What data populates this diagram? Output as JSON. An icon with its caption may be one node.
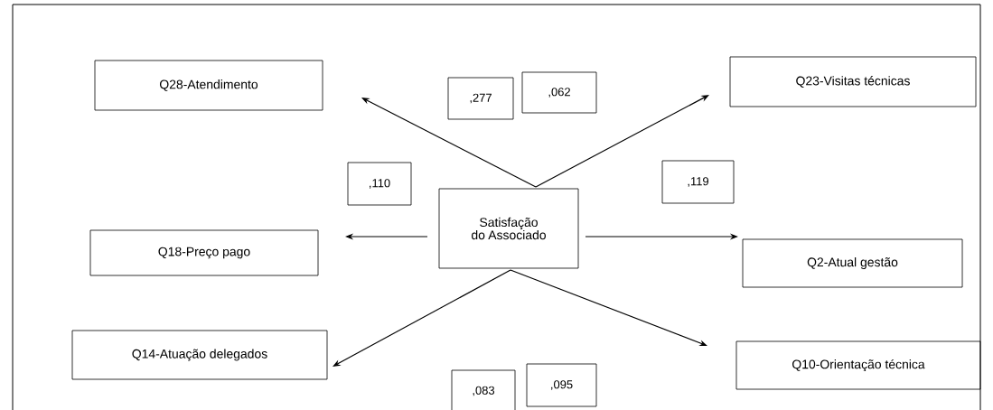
{
  "diagram": {
    "nodes": [
      {
        "text": [
          "Satisfação do Associado"
        ]
      },
      {
        "text": [
          "Q28-Atendimento"
        ]
      },
      {
        "text": [
          "Q23-Visitas técnicas"
        ]
      },
      {
        "text": [
          "Q18-Preço pago"
        ]
      },
      {
        "text": [
          "Q2-Atual gestão"
        ]
      },
      {
        "text": [
          "Q14-Atuação delegados"
        ]
      },
      {
        "text": [
          "Q10-Orientação técnica"
        ]
      },
      {
        "text": [
          ",277"
        ]
      },
      {
        "text": [
          ",062"
        ]
      },
      {
        "text": [
          ",110"
        ]
      },
      {
        "text": [
          ",119"
        ]
      },
      {
        "text": [
          ",083"
        ]
      },
      {
        "text": [
          ",095"
        ]
      }
    ],
    "edges": [
      {
        "from": 0,
        "to": 1,
        "arrow": "to"
      },
      {
        "from": 0,
        "to": 2,
        "arrow": "to"
      },
      {
        "from": 0,
        "to": 3,
        "arrow": "to"
      },
      {
        "from": 0,
        "to": 4,
        "arrow": "to"
      },
      {
        "from": 0,
        "to": 5,
        "arrow": "to"
      },
      {
        "from": 0,
        "to": 6,
        "arrow": "to"
      }
    ]
  }
}
